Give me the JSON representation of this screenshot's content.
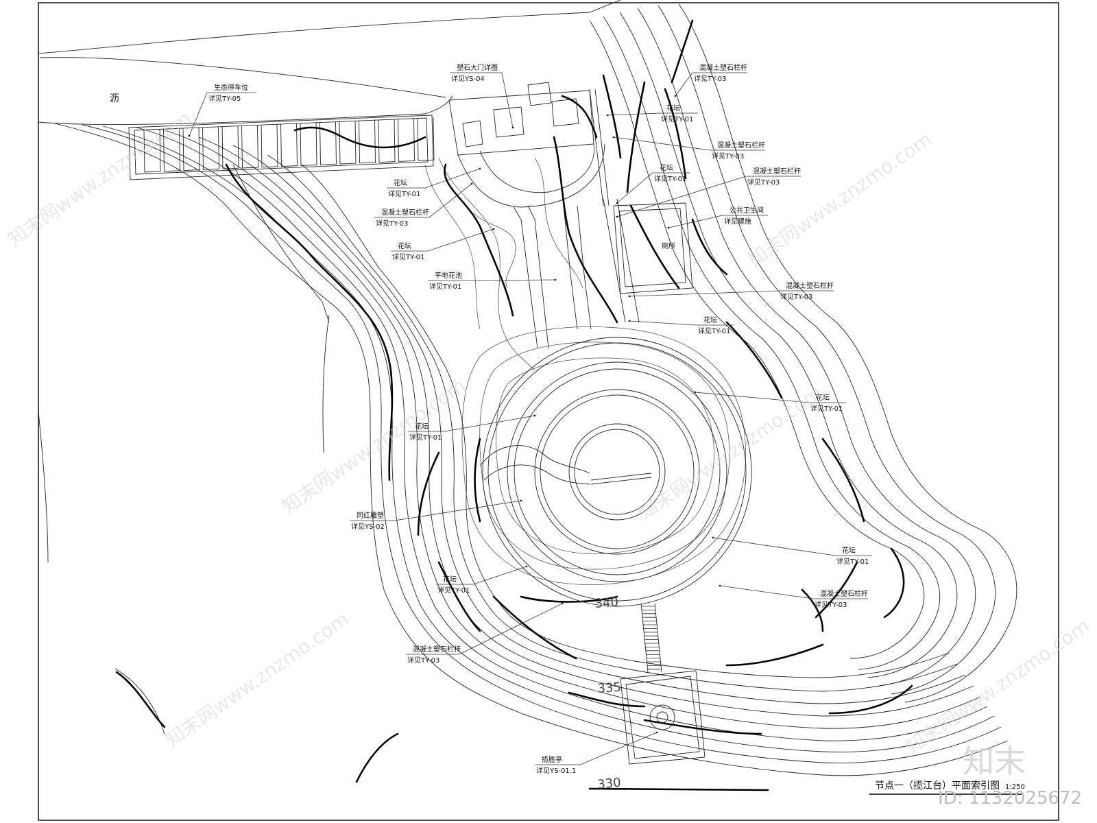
{
  "drawing": {
    "road_label": "沥",
    "title": "节点一（揽江台）平面索引图",
    "scale_text": "1:250",
    "watermark_logo": "知末",
    "watermark_id": "ID: 1132025672",
    "watermark_text": "知末网www.znzmo.com"
  },
  "elevations": [
    {
      "id": "e340",
      "text": "340"
    },
    {
      "id": "e335",
      "text": "335"
    },
    {
      "id": "e330",
      "text": "330"
    }
  ],
  "callouts": [
    {
      "id": "c1",
      "name": "生态停车位",
      "ref": "详见TY-05"
    },
    {
      "id": "c2",
      "name": "塑石大门详图",
      "ref": "详见YS-04"
    },
    {
      "id": "c3",
      "name": "混凝土塑石栏杆",
      "ref": "详见TY-03"
    },
    {
      "id": "c4",
      "name": "花坛",
      "ref": "详见TY-01"
    },
    {
      "id": "c5",
      "name": "混凝土塑石栏杆",
      "ref": "详见TY-03"
    },
    {
      "id": "c6",
      "name": "花坛",
      "ref": "详见TY-01"
    },
    {
      "id": "c7",
      "name": "混凝土塑石栏杆",
      "ref": "详见TY-03"
    },
    {
      "id": "c8",
      "name": "公共卫生间",
      "ref": "详见建施"
    },
    {
      "id": "c9",
      "name": "花坛",
      "ref": "详见TY-01"
    },
    {
      "id": "c10",
      "name": "混凝土塑石栏杆",
      "ref": "详见TY-03"
    },
    {
      "id": "c11",
      "name": "花坛",
      "ref": "详见TY-01"
    },
    {
      "id": "c12",
      "name": "平地花池",
      "ref": "详见TY-01"
    },
    {
      "id": "c13",
      "name": "花坛",
      "ref": "详见TY-01"
    },
    {
      "id": "c14",
      "name": "混凝土塑石栏杆",
      "ref": "详见TY-03"
    },
    {
      "id": "c15",
      "name": "花坛",
      "ref": "详见TY-01"
    },
    {
      "id": "c16",
      "name": "花坛",
      "ref": "详见TY-01"
    },
    {
      "id": "c17",
      "name": "花坛",
      "ref": "详见TY-01"
    },
    {
      "id": "c18",
      "name": "同红雕塑",
      "ref": "详见YS-02"
    },
    {
      "id": "c19",
      "name": "花坛",
      "ref": "详见TY-01"
    },
    {
      "id": "c20",
      "name": "混凝土塑石栏杆",
      "ref": "详见TY-03"
    },
    {
      "id": "c21",
      "name": "花坛",
      "ref": "详见TY-01"
    },
    {
      "id": "c22",
      "name": "混凝土塑石栏杆",
      "ref": "详见TY-03"
    },
    {
      "id": "c23",
      "name": "揽胜亭",
      "ref": "详见YS-01.1"
    }
  ],
  "room_label": "厕所"
}
